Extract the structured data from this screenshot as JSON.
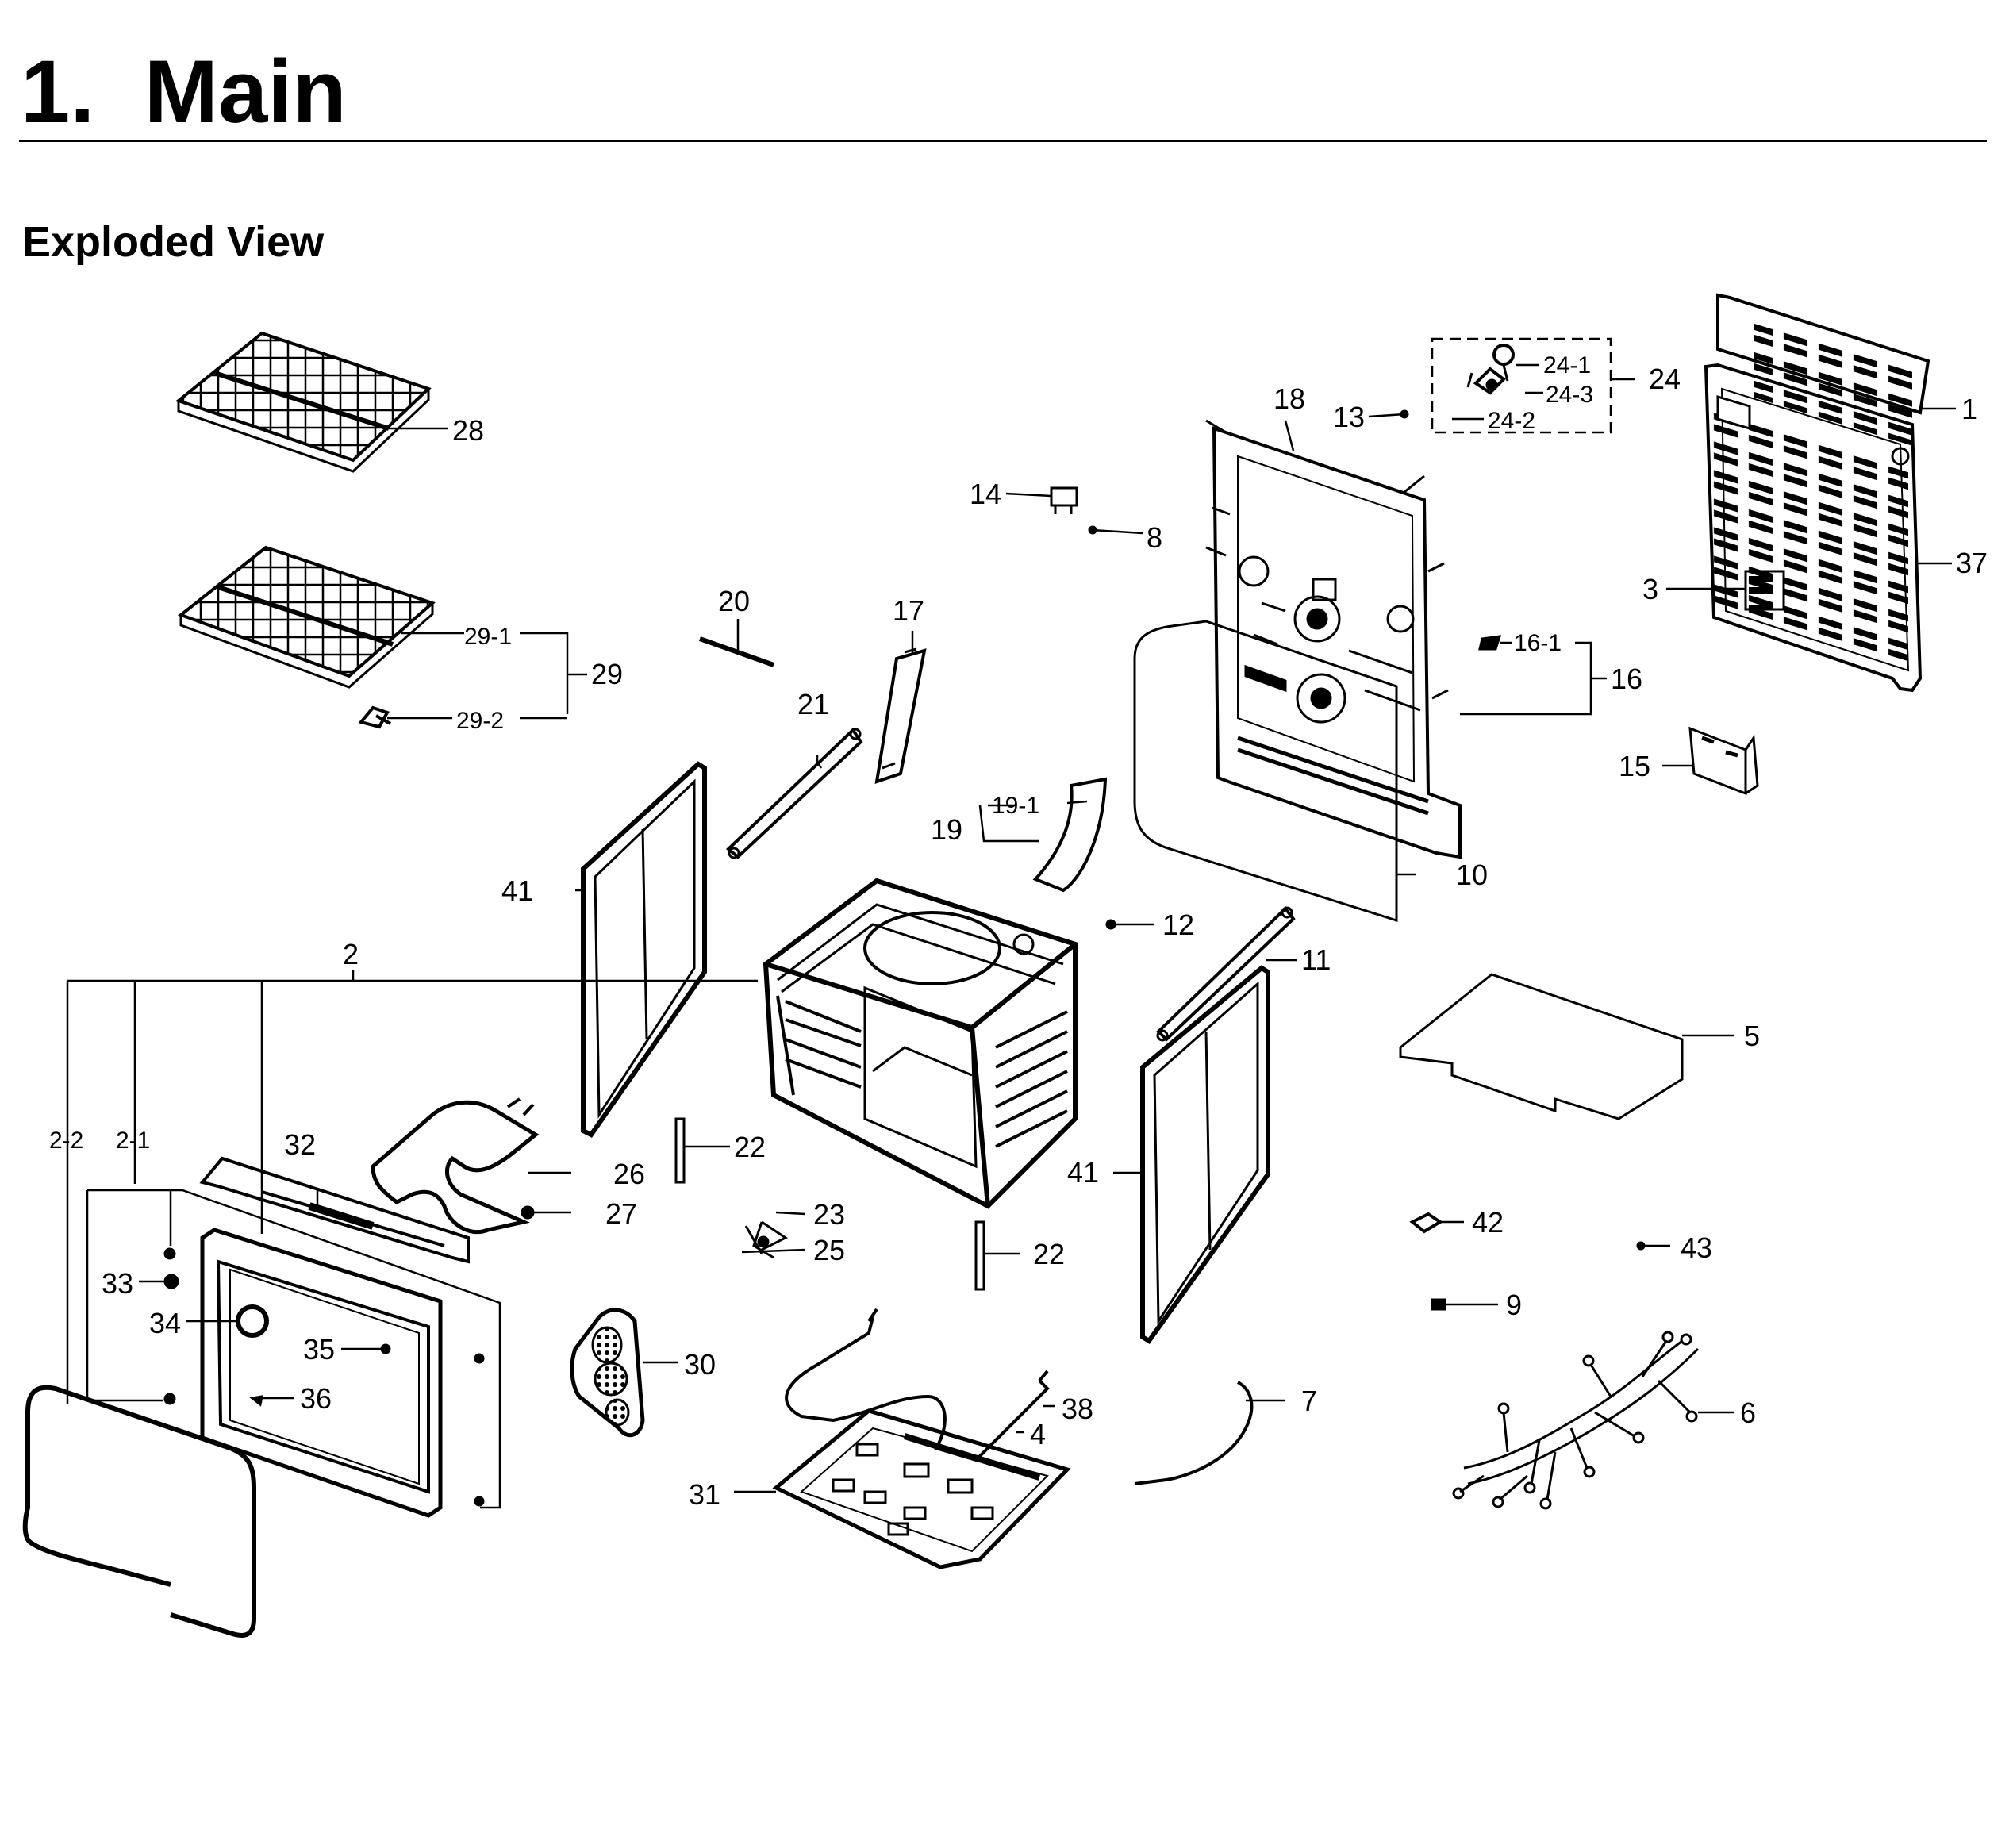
{
  "page": {
    "title": "1.  Main",
    "subtitle": "Exploded View"
  },
  "callouts": {
    "c1": "1",
    "c2": "2",
    "c2_1": "2-1",
    "c2_2": "2-2",
    "c3": "3",
    "c4": "4",
    "c5": "5",
    "c6": "6",
    "c7": "7",
    "c8": "8",
    "c9": "9",
    "c10": "10",
    "c11": "11",
    "c12": "12",
    "c13": "13",
    "c14": "14",
    "c15": "15",
    "c16": "16",
    "c16_1": "16-1",
    "c17": "17",
    "c18": "18",
    "c19": "19",
    "c19_1": "19-1",
    "c20": "20",
    "c21": "21",
    "c22a": "22",
    "c22b": "22",
    "c23": "23",
    "c24": "24",
    "c24_1": "24-1",
    "c24_2": "24-2",
    "c24_3": "24-3",
    "c25": "25",
    "c26": "26",
    "c27": "27",
    "c28": "28",
    "c29": "29",
    "c29_1": "29-1",
    "c29_2": "29-2",
    "c30": "30",
    "c31": "31",
    "c32": "32",
    "c33": "33",
    "c34": "34",
    "c35": "35",
    "c36": "36",
    "c37": "37",
    "c38": "38",
    "c41a": "41",
    "c41b": "41",
    "c42": "42",
    "c43": "43"
  }
}
